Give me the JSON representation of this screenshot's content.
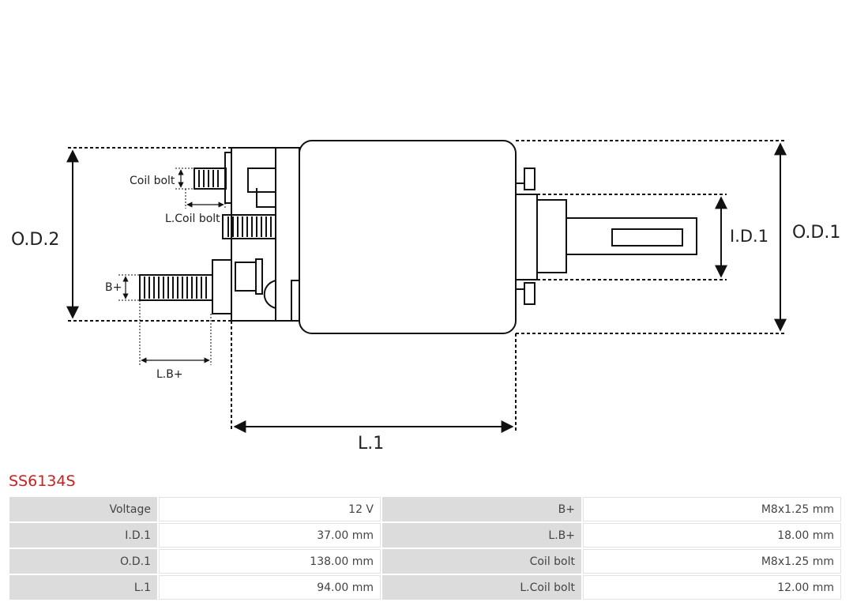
{
  "part_number": "SS6134S",
  "diagram_labels": {
    "od2": "O.D.2",
    "od1": "O.D.1",
    "id1": "I.D.1",
    "l1": "L.1",
    "coil_bolt": "Coil bolt",
    "l_coil_bolt": "L.Coil bolt",
    "b_plus": "B+",
    "l_b_plus": "L.B+"
  },
  "specs": [
    {
      "k1": "Voltage",
      "v1": "12 V",
      "k2": "B+",
      "v2": "M8x1.25 mm"
    },
    {
      "k1": "I.D.1",
      "v1": "37.00 mm",
      "k2": "L.B+",
      "v2": "18.00 mm"
    },
    {
      "k1": "O.D.1",
      "v1": "138.00 mm",
      "k2": "Coil bolt",
      "v2": "M8x1.25 mm"
    },
    {
      "k1": "L.1",
      "v1": "94.00 mm",
      "k2": "L.Coil bolt",
      "v2": "12.00 mm"
    }
  ]
}
